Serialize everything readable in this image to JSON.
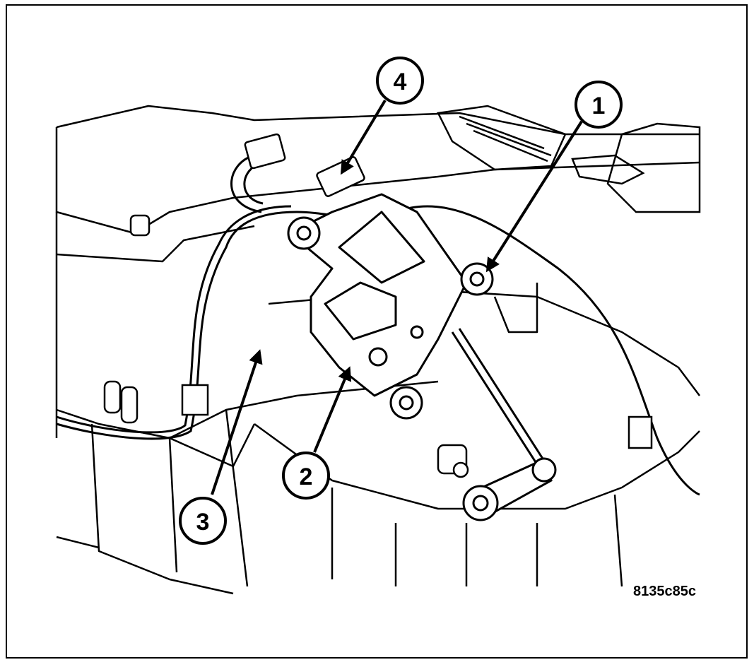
{
  "figure": {
    "id_code": "8135c85c",
    "callouts": [
      {
        "label": "1"
      },
      {
        "label": "2"
      },
      {
        "label": "3"
      },
      {
        "label": "4"
      }
    ]
  },
  "colors": {
    "line": "#000000",
    "background": "#ffffff"
  }
}
